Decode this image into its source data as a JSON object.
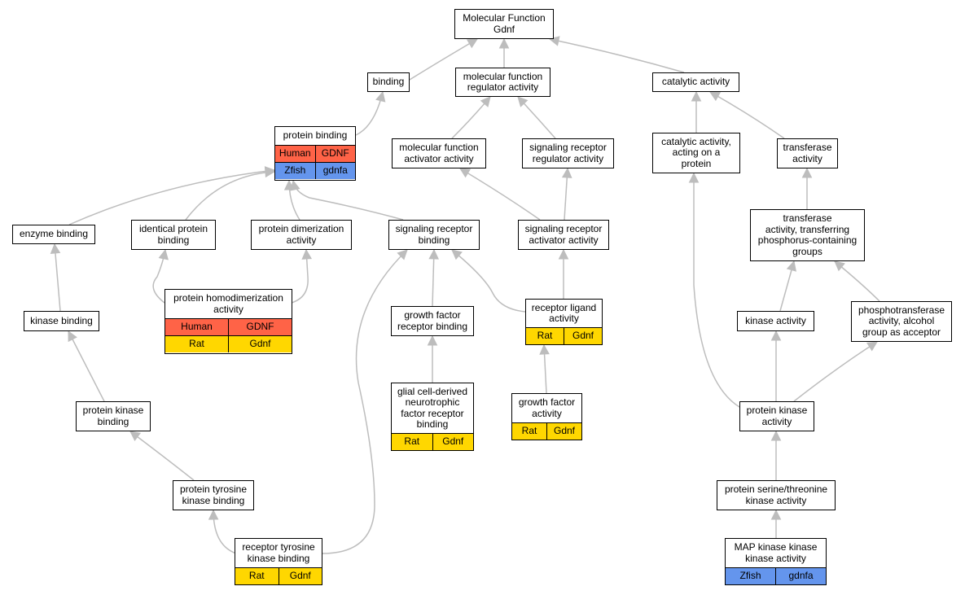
{
  "colors": {
    "human": "#FF6347",
    "rat": "#FFD700",
    "zfish": "#6495ED",
    "edge": "#bdbdbd"
  },
  "nodes": {
    "root": {
      "label": "Molecular Function\nGdnf"
    },
    "binding": {
      "label": "binding"
    },
    "mf_regulator": {
      "label": "molecular function\nregulator activity"
    },
    "catalytic": {
      "label": "catalytic activity"
    },
    "protein_binding": {
      "label": "protein binding",
      "rows": [
        [
          "Human",
          "GDNF"
        ],
        [
          "Zfish",
          "gdnfa"
        ]
      ]
    },
    "mf_activator": {
      "label": "molecular function\nactivator activity"
    },
    "sig_regulator": {
      "label": "signaling receptor\nregulator activity"
    },
    "cat_protein": {
      "label": "catalytic activity,\nacting on a\nprotein"
    },
    "transferase": {
      "label": "transferase\nactivity"
    },
    "enzyme_binding": {
      "label": "enzyme binding"
    },
    "identical_binding": {
      "label": "identical protein\nbinding"
    },
    "dimerization": {
      "label": "protein dimerization\nactivity"
    },
    "sig_binding": {
      "label": "signaling receptor\nbinding"
    },
    "sig_activator": {
      "label": "signaling receptor\nactivator activity"
    },
    "transferase_phos": {
      "label": "transferase\nactivity, transferring\nphosphorus-containing\ngroups"
    },
    "homodimerization": {
      "label": "protein homodimerization\nactivity",
      "rows": [
        [
          "Human",
          "GDNF"
        ],
        [
          "Rat",
          "Gdnf"
        ]
      ]
    },
    "kinase_binding": {
      "label": "kinase binding"
    },
    "gf_receptor_binding": {
      "label": "growth factor\nreceptor binding"
    },
    "receptor_ligand": {
      "label": "receptor ligand\nactivity",
      "rows": [
        [
          "Rat",
          "Gdnf"
        ]
      ]
    },
    "kinase_activity": {
      "label": "kinase activity"
    },
    "phosphotransferase": {
      "label": "phosphotransferase\nactivity, alcohol\ngroup as acceptor"
    },
    "gdnf_receptor_binding": {
      "label": "glial cell-derived\nneurotrophic\nfactor receptor\nbinding",
      "rows": [
        [
          "Rat",
          "Gdnf"
        ]
      ]
    },
    "growth_factor": {
      "label": "growth factor\nactivity",
      "rows": [
        [
          "Rat",
          "Gdnf"
        ]
      ]
    },
    "pk_binding": {
      "label": "protein kinase\nbinding"
    },
    "pk_activity": {
      "label": "protein kinase\nactivity"
    },
    "ptk_binding": {
      "label": "protein tyrosine\nkinase binding"
    },
    "pst_kinase": {
      "label": "protein serine/threonine\nkinase activity"
    },
    "rtk_binding": {
      "label": "receptor tyrosine\nkinase binding",
      "rows": [
        [
          "Rat",
          "Gdnf"
        ]
      ]
    },
    "mapkk": {
      "label": "MAP kinase kinase\nkinase activity",
      "rows": [
        [
          "Zfish",
          "gdnfa"
        ]
      ]
    }
  }
}
